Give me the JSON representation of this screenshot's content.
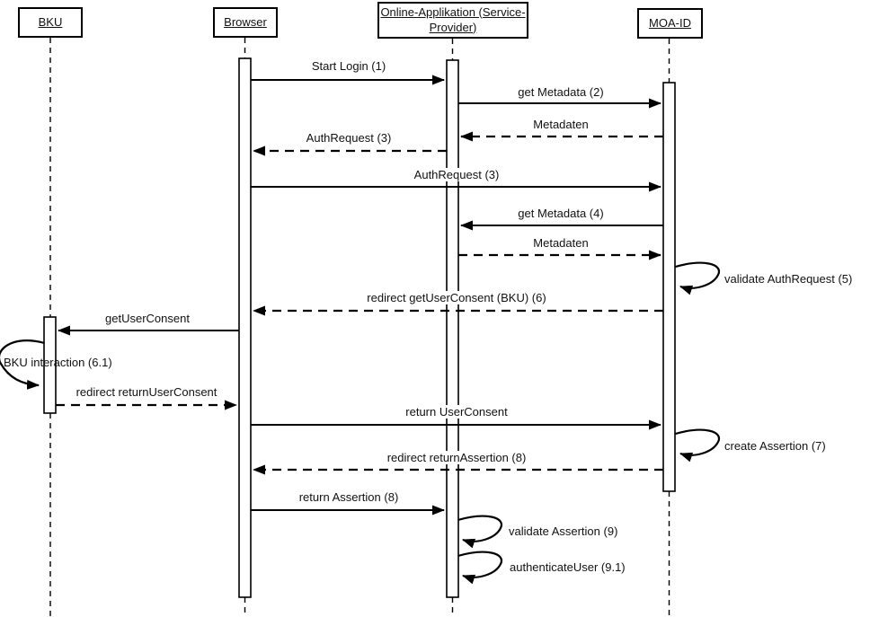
{
  "diagram": {
    "type": "uml-sequence-diagram",
    "colors": {
      "line": "#000000",
      "background": "#ffffff",
      "text": "#111111"
    },
    "actors": [
      {
        "id": "bku",
        "label": "BKU"
      },
      {
        "id": "browser",
        "label": "Browser"
      },
      {
        "id": "online_app",
        "label": "Online-Applikation (Service-Provider)",
        "label_lines": [
          "Online-Applikation (Service-",
          "Provider)"
        ]
      },
      {
        "id": "moa_id",
        "label": "MOA-ID"
      }
    ],
    "messages": [
      {
        "label": "Start Login (1)",
        "from": "browser",
        "to": "online_app",
        "line": "solid",
        "kind": "message"
      },
      {
        "label": "get Metadata (2)",
        "from": "online_app",
        "to": "moa_id",
        "line": "solid",
        "kind": "message"
      },
      {
        "label": "Metadaten",
        "from": "moa_id",
        "to": "online_app",
        "line": "dashed",
        "kind": "message"
      },
      {
        "label": "AuthRequest (3)",
        "from": "online_app",
        "to": "browser",
        "line": "dashed",
        "kind": "message"
      },
      {
        "label": "AuthRequest (3)",
        "from": "browser",
        "to": "moa_id",
        "line": "solid",
        "kind": "message"
      },
      {
        "label": "get Metadata (4)",
        "from": "moa_id",
        "to": "online_app",
        "line": "solid",
        "kind": "message"
      },
      {
        "label": "Metadaten",
        "from": "online_app",
        "to": "moa_id",
        "line": "dashed",
        "kind": "message"
      },
      {
        "label": "validate AuthRequest (5)",
        "from": "moa_id",
        "to": "moa_id",
        "line": "solid",
        "kind": "self"
      },
      {
        "label": "redirect getUserConsent (BKU) (6)",
        "from": "moa_id",
        "to": "browser",
        "line": "dashed",
        "kind": "message"
      },
      {
        "label": "getUserConsent",
        "from": "browser",
        "to": "bku",
        "line": "solid",
        "kind": "message"
      },
      {
        "label": "BKU interaction (6.1)",
        "from": "bku",
        "to": "bku",
        "line": "solid",
        "kind": "self"
      },
      {
        "label": "redirect returnUserConsent",
        "from": "bku",
        "to": "browser",
        "line": "dashed",
        "kind": "message"
      },
      {
        "label": "return UserConsent",
        "from": "browser",
        "to": "moa_id",
        "line": "solid",
        "kind": "message"
      },
      {
        "label": "create Assertion (7)",
        "from": "moa_id",
        "to": "moa_id",
        "line": "solid",
        "kind": "self"
      },
      {
        "label": "redirect returnAssertion (8)",
        "from": "moa_id",
        "to": "browser",
        "line": "dashed",
        "kind": "message"
      },
      {
        "label": "return Assertion (8)",
        "from": "browser",
        "to": "online_app",
        "line": "solid",
        "kind": "message"
      },
      {
        "label": "validate Assertion (9)",
        "from": "online_app",
        "to": "online_app",
        "line": "solid",
        "kind": "self"
      },
      {
        "label": "authenticateUser (9.1)",
        "from": "online_app",
        "to": "online_app",
        "line": "solid",
        "kind": "self"
      }
    ]
  }
}
